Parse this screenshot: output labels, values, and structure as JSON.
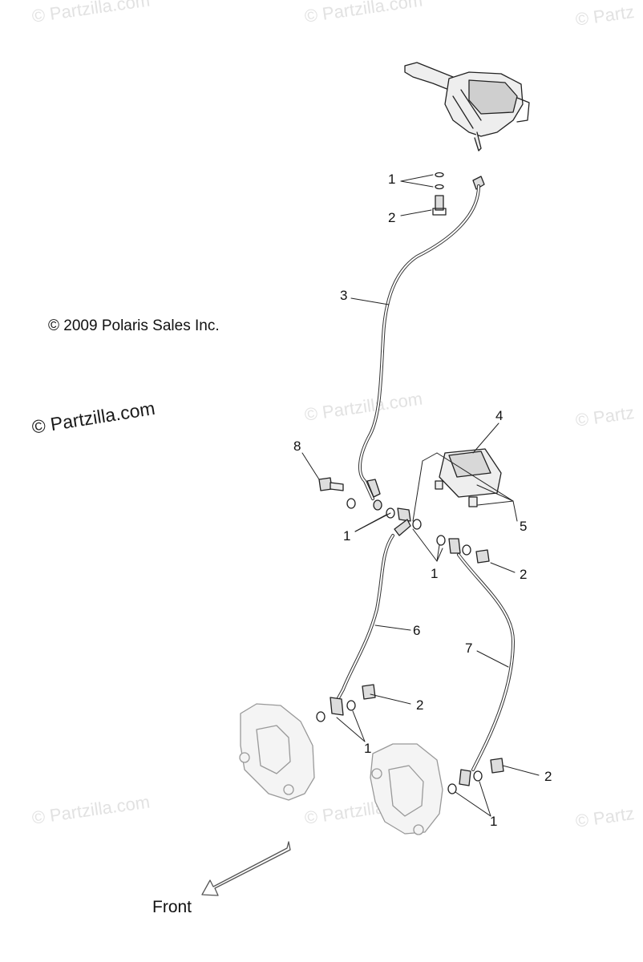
{
  "watermarks": [
    "© Partzilla.com",
    "© Partzilla.com",
    "© Partz",
    "© Partzilla.com",
    "© Partz",
    "© Partzilla.com",
    "© Partzilla.com",
    "© Partz"
  ],
  "main_watermark": "© Partzilla.com",
  "copyright": "© 2009 Polaris Sales Inc.",
  "front_label": "Front",
  "callouts": [
    "1",
    "2",
    "3",
    "8",
    "4",
    "1",
    "5",
    "1",
    "2",
    "6",
    "7",
    "2",
    "1",
    "2",
    "1"
  ]
}
